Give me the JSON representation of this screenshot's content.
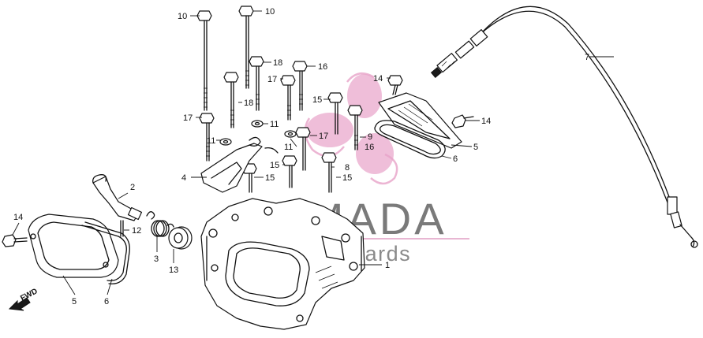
{
  "watermark": {
    "brand": "ARMADA",
    "tagline": "marineoutboards",
    "colors": {
      "petal": "#e9a8cc",
      "text": "#7a7a7a",
      "rule": "#e8b6d2"
    }
  },
  "direction_marker": {
    "text": "FWD",
    "icon": "arrow-left-down-icon"
  },
  "labels": {
    "l10a": "10",
    "l10b": "10",
    "l18a": "18",
    "l18b": "18",
    "l16a": "16",
    "l16b": "16",
    "l17a": "17",
    "l17b": "17",
    "l17c": "17",
    "l15a": "15",
    "l15b": "15",
    "l15c": "15",
    "l15d": "15",
    "l11a": "11",
    "l11b": "11",
    "l11c": "11",
    "l14a": "14",
    "l14b": "14",
    "l14c": "14",
    "l9": "9",
    "l8": "8",
    "l7": "7",
    "l6a": "6",
    "l6b": "6",
    "l5a": "5",
    "l5b": "5",
    "l4": "4",
    "l3": "3",
    "l2": "2",
    "l12": "12",
    "l13": "13",
    "l1": "1"
  }
}
